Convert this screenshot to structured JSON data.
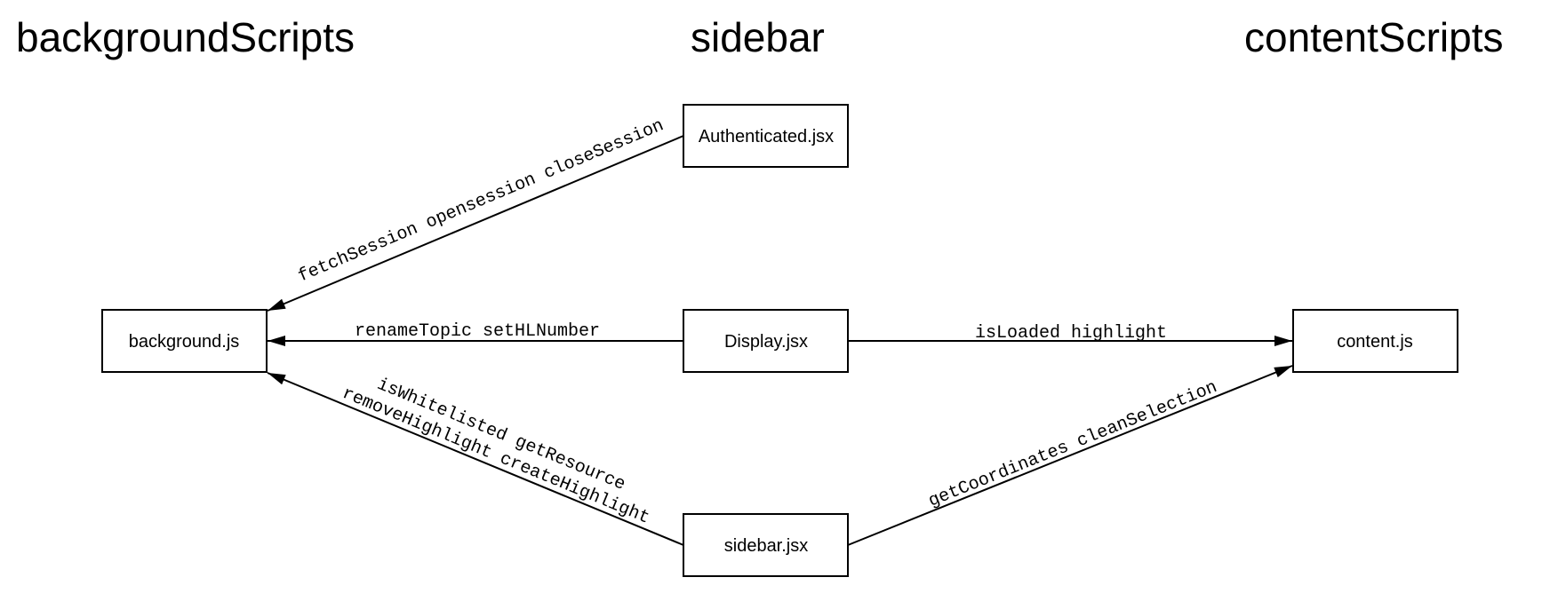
{
  "columns": {
    "background": "backgroundScripts",
    "sidebar": "sidebar",
    "content": "contentScripts"
  },
  "nodes": {
    "background_js": "background.js",
    "authenticated_jsx": "Authenticated.jsx",
    "display_jsx": "Display.jsx",
    "sidebar_jsx": "sidebar.jsx",
    "content_js": "content.js"
  },
  "edges": {
    "authenticated_to_background": "fetchSession opensession closeSession",
    "display_to_background": "renameTopic setHLNumber",
    "display_to_content": "isLoaded highlight",
    "sidebar_to_background_line1": "isWhitelisted getResource",
    "sidebar_to_background_line2": "removeHighlight createHighlight",
    "sidebar_to_content": "getCoordinates cleanSelection"
  }
}
